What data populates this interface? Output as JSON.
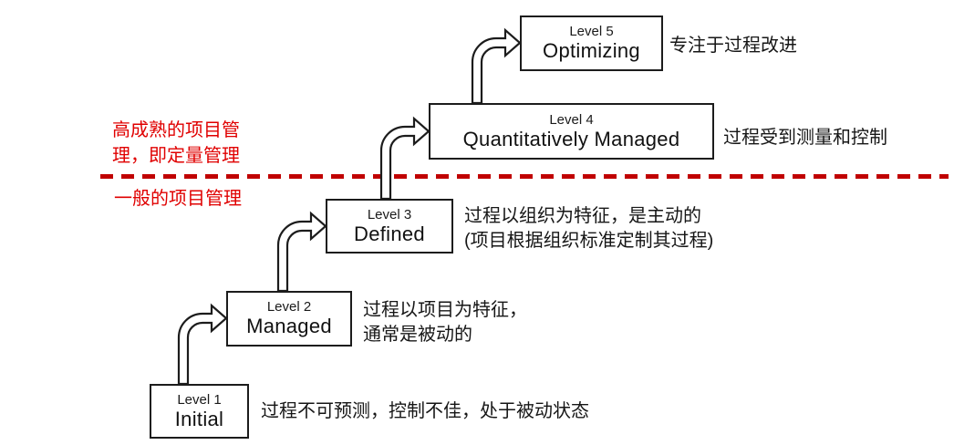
{
  "diagram": {
    "title": "CMMI maturity levels staircase",
    "levels": [
      {
        "label": "Level 1",
        "name": "Initial",
        "note_line1": "过程不可预测，控制不佳，处于被动状态",
        "note_line2": ""
      },
      {
        "label": "Level 2",
        "name": "Managed",
        "note_line1": "过程以项目为特征，",
        "note_line2": "通常是被动的"
      },
      {
        "label": "Level 3",
        "name": "Defined",
        "note_line1": "过程以组织为特征，是主动的",
        "note_line2": "(项目根据组织标准定制其过程)"
      },
      {
        "label": "Level 4",
        "name": "Quantitatively Managed",
        "note_line1": "过程受到测量和控制",
        "note_line2": ""
      },
      {
        "label": "Level 5",
        "name": "Optimizing",
        "note_line1": "专注于过程改进",
        "note_line2": ""
      }
    ],
    "regions": {
      "upper_label_line1": "高成熟的项目管",
      "upper_label_line2": "理，即定量管理",
      "lower_label": "一般的项目管理"
    },
    "colors": {
      "divider_red": "#c00000",
      "region_label_red": "#e00000",
      "box_border": "#1c1c1c"
    }
  }
}
